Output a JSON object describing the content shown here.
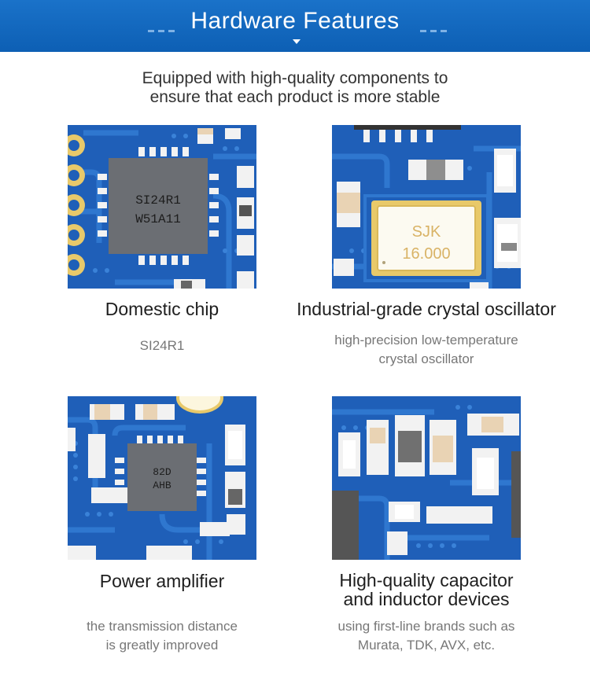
{
  "header": {
    "title": "Hardware Features"
  },
  "intro": {
    "line1": "Equipped with high-quality components to",
    "line2": "ensure that each product is more stable"
  },
  "features": [
    {
      "title": "Domestic chip",
      "desc_lines": [
        "SI24R1"
      ],
      "image": {
        "chip_marking_line1": "SI24R1",
        "chip_marking_line2": "W51A11"
      }
    },
    {
      "title": "Industrial-grade crystal oscillator",
      "desc_lines": [
        "high-precision low-temperature",
        "crystal oscillator"
      ],
      "image": {
        "crystal_marking_line1": "SJK",
        "crystal_marking_line2": "16.000"
      }
    },
    {
      "title": "Power amplifier",
      "desc_lines": [
        "the transmission distance",
        "is greatly improved"
      ],
      "image": {
        "chip_marking_line1": "82D",
        "chip_marking_line2": "AHB"
      }
    },
    {
      "title_lines": [
        "High-quality capacitor",
        "and inductor devices"
      ],
      "desc_lines": [
        "using first-line brands such as",
        "Murata, TDK, AVX, etc."
      ]
    }
  ],
  "colors": {
    "banner": "#0d5fb4",
    "pcb": "#1f5fb8",
    "pcb_trace": "#2f77cf",
    "chip": "#6b6e73",
    "gold": "#e8c96a"
  }
}
